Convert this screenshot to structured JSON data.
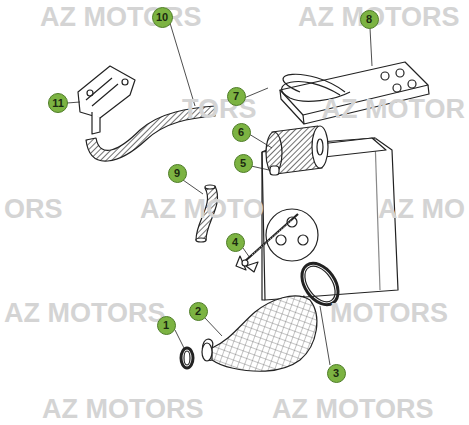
{
  "diagram": {
    "nodes": [
      {
        "text": [
          "1"
        ]
      },
      {
        "text": [
          "2"
        ]
      },
      {
        "text": [
          "3"
        ]
      },
      {
        "text": [
          "4"
        ]
      },
      {
        "text": [
          "5"
        ]
      },
      {
        "text": [
          "6"
        ]
      },
      {
        "text": [
          "7"
        ]
      },
      {
        "text": [
          "8"
        ]
      },
      {
        "text": [
          "9"
        ]
      },
      {
        "text": [
          "10"
        ]
      },
      {
        "text": [
          "11"
        ]
      }
    ],
    "labels": [
      "AZ MOTORS",
      "AZ MOTORS",
      "TORS",
      "AZ MOTOR",
      "ORS",
      "AZ MOTO",
      "AZ MO",
      "AZ MOTORS",
      "MOTORS",
      "AZ MOTORS",
      "AZ MOTORS"
    ]
  }
}
